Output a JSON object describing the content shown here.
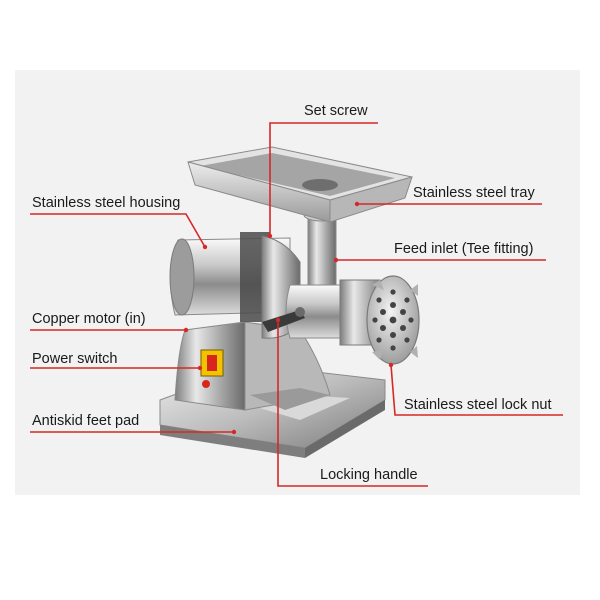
{
  "labels": {
    "set_screw": "Set screw",
    "stainless_steel_tray": "Stainless steel tray",
    "stainless_steel_housing": "Stainless steel housing",
    "feed_inlet": "Feed inlet (Tee fitting)",
    "copper_motor": "Copper motor (in)",
    "power_switch": "Power switch",
    "lock_nut": "Stainless steel lock nut",
    "antiskid_feet_pad": "Antiskid feet pad",
    "locking_handle": "Locking handle"
  },
  "colors": {
    "leader_line": "#d62828",
    "background_panel": "#f2f2f2",
    "switch_red": "#d9261c",
    "switch_yellow": "#f2c400"
  }
}
